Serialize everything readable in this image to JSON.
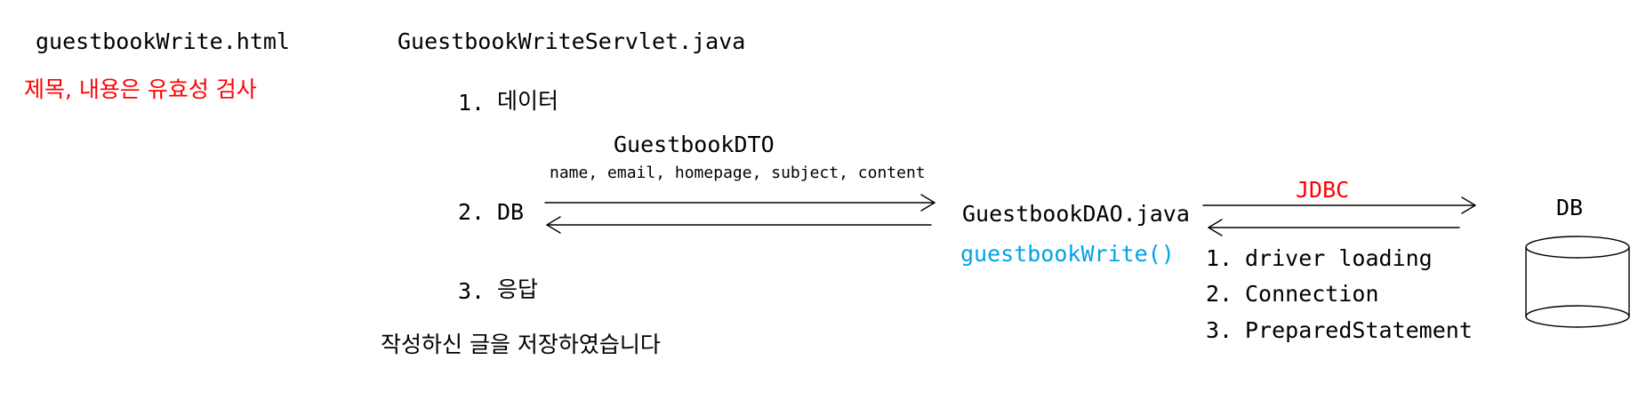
{
  "left_panel": {
    "file_name": "guestbookWrite.html",
    "validation_note": "제목, 내용은 유효성 검사",
    "validation_color": "#ff0000"
  },
  "servlet": {
    "file_name": "GuestbookWriteServlet.java",
    "steps": [
      {
        "number": "1.",
        "label": "데이터"
      },
      {
        "number": "2.",
        "label": "DB"
      },
      {
        "number": "3.",
        "label": "응답"
      }
    ],
    "dto_name": "GuestbookDTO",
    "dto_fields": "name, email, homepage, subject, content",
    "response_message": "작성하신 글을 저장하였습니다"
  },
  "dao": {
    "file_name": "GuestbookDAO.java",
    "method": "guestbookWrite()",
    "method_color": "#00a2e8"
  },
  "jdbc": {
    "label": "JDBC",
    "label_color": "#ff0000",
    "steps": [
      {
        "number": "1.",
        "label": "driver loading"
      },
      {
        "number": "2.",
        "label": "Connection"
      },
      {
        "number": "3.",
        "label": "PreparedStatement"
      }
    ]
  },
  "database": {
    "label": "DB"
  }
}
